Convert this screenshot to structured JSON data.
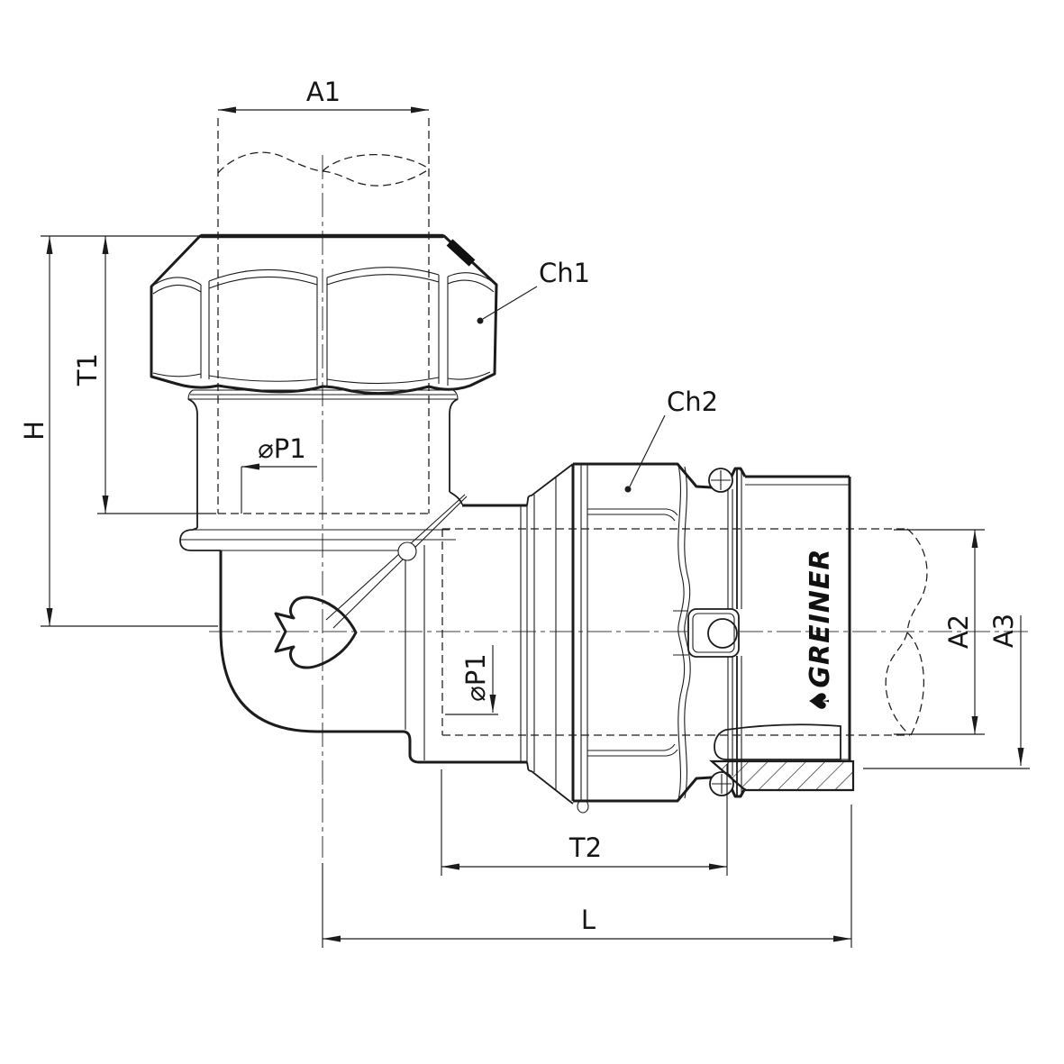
{
  "drawing": {
    "kind": "technical-dimension-drawing",
    "subject": "90-degree elbow compression pipe fitting",
    "brand": {
      "logo_text": "GREINER",
      "logo_glyph": "♠"
    },
    "labels": {
      "a1": "A1",
      "t1": "T1",
      "h": "H",
      "p1_top": "⌀P1",
      "p1_side": "⌀P1",
      "ch1": "Ch1",
      "ch2": "Ch2",
      "a2": "A2",
      "a3": "A3",
      "t2": "T2",
      "l": "L"
    },
    "colors": {
      "line": "#1c1c1c",
      "centerline": "#3c3c3c",
      "background": "#ffffff"
    }
  }
}
